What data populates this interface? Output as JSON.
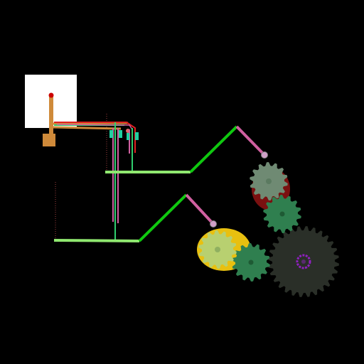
{
  "scene": {
    "background": "#000000",
    "objects": [
      "white-panel",
      "red-pin",
      "orange-lever-arm",
      "orange-base-block",
      "connecting-rods",
      "teal-clamps",
      "upper-green-track",
      "lower-green-track",
      "pink-crank-arms",
      "gear-train"
    ]
  },
  "colors": {
    "panel": "#ffffff",
    "pin": "#cc0000",
    "lever": "#cf8a3a",
    "rod_green": "#2fcf6f",
    "rod_red": "#e02020",
    "rod_pink": "#d060a0",
    "track_light": "#90e870",
    "track_dark": "#10c810",
    "crank": "#d060a0",
    "gear_grey": "#6f8a73",
    "gear_maroon": "#7a1010",
    "gear_green": "#2f7f4f",
    "gear_yellow": "#e8c010",
    "gear_lime": "#b8d070",
    "gear_dark": "#2a2f28",
    "hub_purple": "#9020c0"
  }
}
